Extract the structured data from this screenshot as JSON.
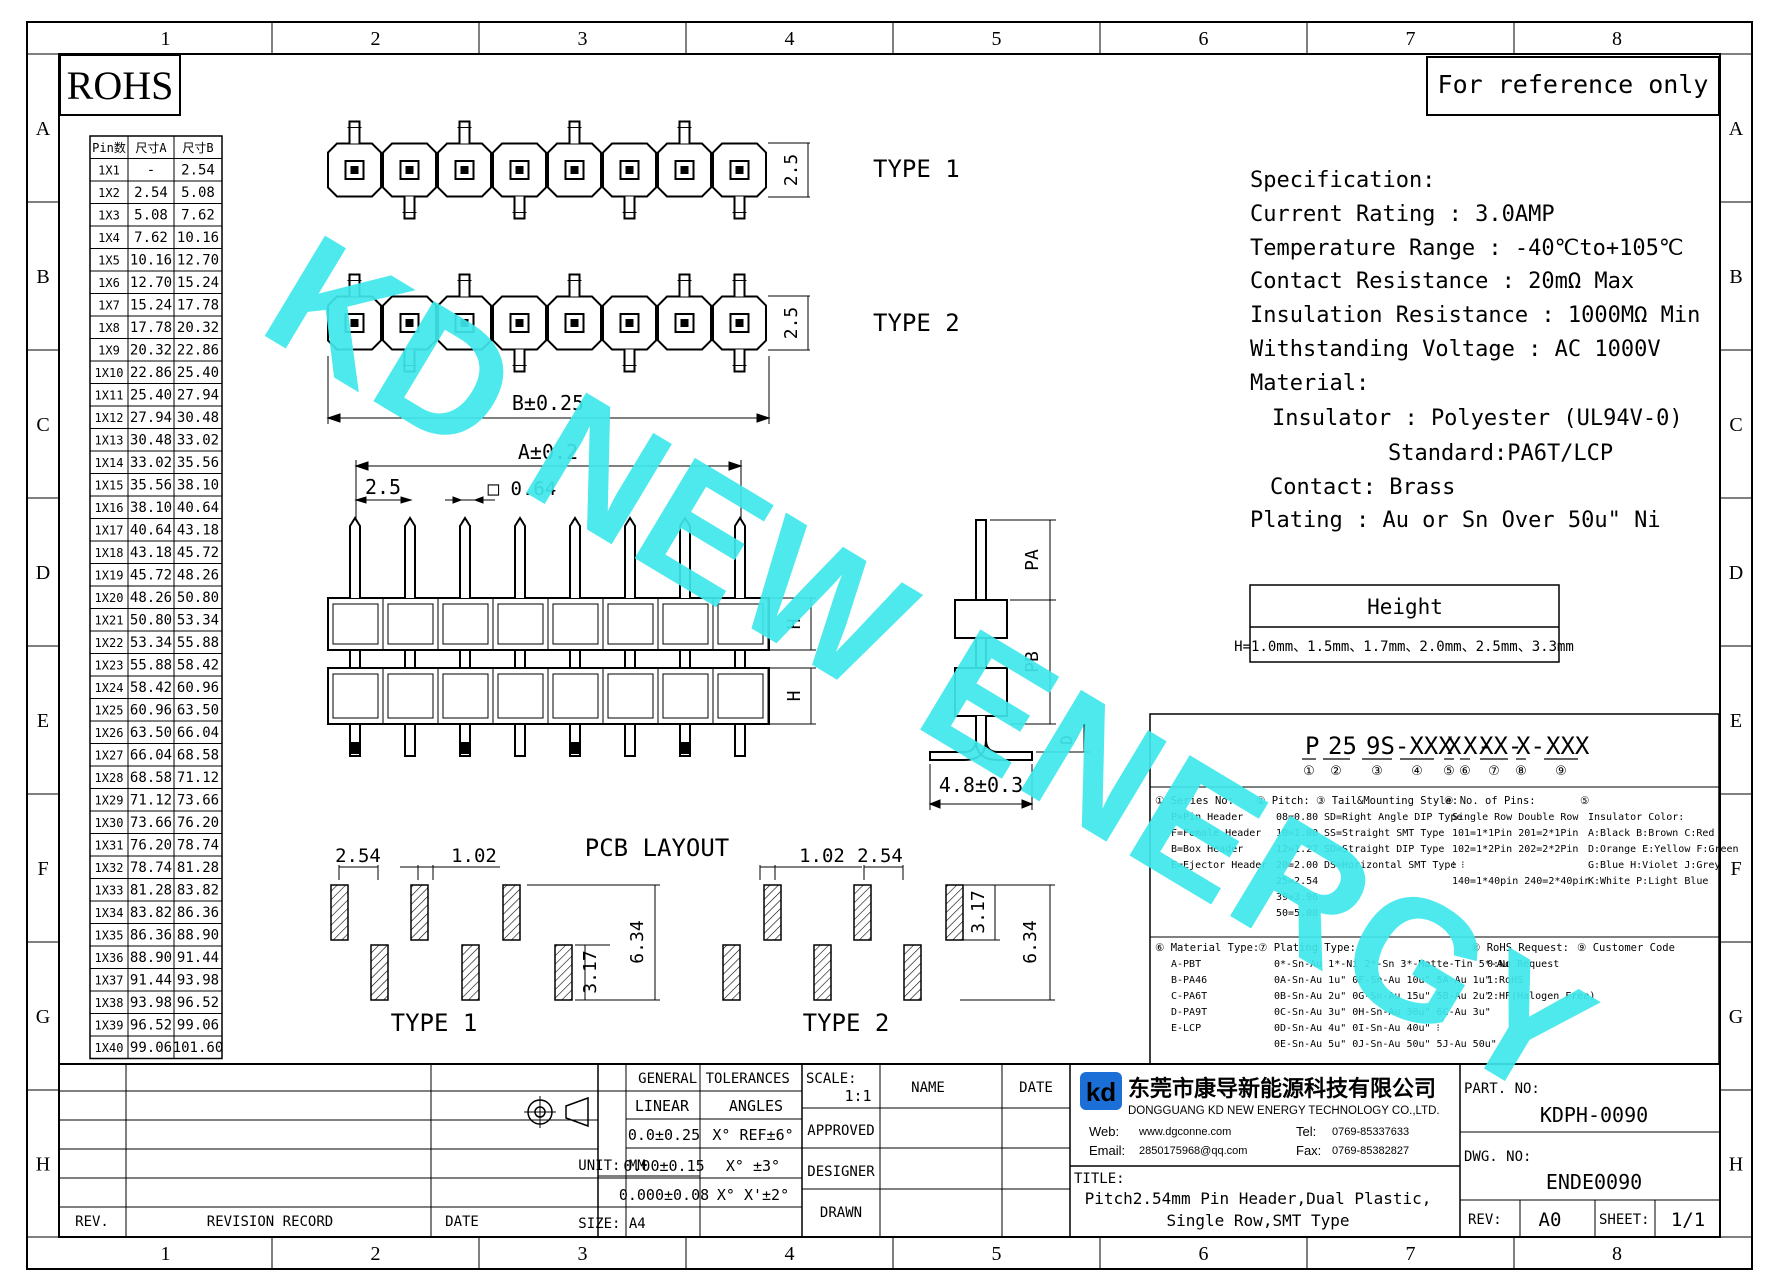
{
  "frame": {
    "top_cols": [
      "1",
      "2",
      "3",
      "4",
      "5",
      "6",
      "7",
      "8"
    ],
    "side_rows": [
      "A",
      "B",
      "C",
      "D",
      "E",
      "F",
      "G",
      "H"
    ]
  },
  "rohs": "ROHS",
  "reference_note": "For reference only",
  "watermark": "KD NEW ENERGY",
  "pin_table": {
    "headers": [
      "Pin数",
      "尺寸A",
      "尺寸B"
    ],
    "rows": [
      [
        "1X1",
        "-",
        "2.54"
      ],
      [
        "1X2",
        "2.54",
        "5.08"
      ],
      [
        "1X3",
        "5.08",
        "7.62"
      ],
      [
        "1X4",
        "7.62",
        "10.16"
      ],
      [
        "1X5",
        "10.16",
        "12.70"
      ],
      [
        "1X6",
        "12.70",
        "15.24"
      ],
      [
        "1X7",
        "15.24",
        "17.78"
      ],
      [
        "1X8",
        "17.78",
        "20.32"
      ],
      [
        "1X9",
        "20.32",
        "22.86"
      ],
      [
        "1X10",
        "22.86",
        "25.40"
      ],
      [
        "1X11",
        "25.40",
        "27.94"
      ],
      [
        "1X12",
        "27.94",
        "30.48"
      ],
      [
        "1X13",
        "30.48",
        "33.02"
      ],
      [
        "1X14",
        "33.02",
        "35.56"
      ],
      [
        "1X15",
        "35.56",
        "38.10"
      ],
      [
        "1X16",
        "38.10",
        "40.64"
      ],
      [
        "1X17",
        "40.64",
        "43.18"
      ],
      [
        "1X18",
        "43.18",
        "45.72"
      ],
      [
        "1X19",
        "45.72",
        "48.26"
      ],
      [
        "1X20",
        "48.26",
        "50.80"
      ],
      [
        "1X21",
        "50.80",
        "53.34"
      ],
      [
        "1X22",
        "53.34",
        "55.88"
      ],
      [
        "1X23",
        "55.88",
        "58.42"
      ],
      [
        "1X24",
        "58.42",
        "60.96"
      ],
      [
        "1X25",
        "60.96",
        "63.50"
      ],
      [
        "1X26",
        "63.50",
        "66.04"
      ],
      [
        "1X27",
        "66.04",
        "68.58"
      ],
      [
        "1X28",
        "68.58",
        "71.12"
      ],
      [
        "1X29",
        "71.12",
        "73.66"
      ],
      [
        "1X30",
        "73.66",
        "76.20"
      ],
      [
        "1X31",
        "76.20",
        "78.74"
      ],
      [
        "1X32",
        "78.74",
        "81.28"
      ],
      [
        "1X33",
        "81.28",
        "83.82"
      ],
      [
        "1X34",
        "83.82",
        "86.36"
      ],
      [
        "1X35",
        "86.36",
        "88.90"
      ],
      [
        "1X36",
        "88.90",
        "91.44"
      ],
      [
        "1X37",
        "91.44",
        "93.98"
      ],
      [
        "1X38",
        "93.98",
        "96.52"
      ],
      [
        "1X39",
        "96.52",
        "99.06"
      ],
      [
        "1X40",
        "99.06",
        "101.60"
      ]
    ]
  },
  "drawing": {
    "type1_label": "TYPE 1",
    "type2_label": "TYPE 2",
    "dim_25": "2.5",
    "dim_B": "B±0.25",
    "dim_A": "A±0.2",
    "dim_pitch": "2.5",
    "dim_pin": "□ 0.64",
    "dim_H": "H",
    "dim_PA": "PA",
    "dim_PB": "PB",
    "dim_D": "D",
    "dim_48": "4.8±0.3",
    "pcb_title": "PCB LAYOUT",
    "pcb_254": "2.54",
    "pcb_102": "1.02",
    "pcb_317": "3.17",
    "pcb_634": "6.34"
  },
  "spec": {
    "lines": [
      "Specification:",
      "Current Rating : 3.0AMP",
      "Temperature Range : -40℃to+105℃",
      "Contact Resistance : 20mΩ Max",
      "Insulation Resistance : 1000MΩ Min",
      "Withstanding Voltage : AC 1000V",
      "Material:",
      "Insulator : Polyester (UL94V-0)",
      "Standard:PA6T/LCP",
      "Contact: Brass",
      "Plating : Au or Sn Over 50u\" Ni"
    ]
  },
  "height_box": {
    "title": "Height",
    "value": "H=1.0mm、1.5mm、1.7mm、2.0mm、2.5mm、3.3mm"
  },
  "part_code": {
    "segments": [
      "P",
      "25",
      "9S-XXX",
      "X",
      "X-",
      "XX-",
      "X-",
      "XXX"
    ],
    "circles": [
      "①",
      "②",
      "③",
      "④",
      "⑤",
      "⑥",
      "⑦",
      "⑧",
      "⑨"
    ],
    "legend_top": [
      {
        "title": "① Series No:",
        "items": [
          "P=Pin Header",
          "F=Female Header",
          "B=Box Header",
          "E=Ejector Header"
        ]
      },
      {
        "title": "② Pitch:",
        "items": [
          "08=0.80",
          "10=1.00",
          "12=1.27",
          "20=2.00",
          "25=2.54",
          "39=3.96",
          "50=5.08"
        ]
      },
      {
        "title": "③ Tail&Mounting Style:",
        "items": [
          "SD=Right Angle DIP Type",
          "SS=Straight SMT Type",
          "SD=Straight DIP Type",
          "DS=Horizontal SMT Type"
        ]
      },
      {
        "title": "④ No. of Pins:",
        "items": [
          "Single Row   Double Row",
          "101=1*1Pin   201=2*1Pin",
          "102=1*2Pin   202=2*2Pin",
          "  ⁝              ⁝",
          "140=1*40pin  240=2*40pin"
        ]
      },
      {
        "title": "⑤",
        "items": [
          "Insulator Color:",
          "A:Black  B:Brown  C:Red",
          "D:Orange E:Yellow F:Green",
          "G:Blue   H:Violet J:Grey",
          "K:White  P:Light Blue"
        ]
      }
    ],
    "legend_bottom": [
      {
        "title": "⑥ Material Type:",
        "items": [
          "A-PBT",
          "B-PA46",
          "C-PA6T",
          "D-PA9T",
          "E-LCP"
        ]
      },
      {
        "title": "⑦ Plating Type:",
        "items": [
          "0*-Sn-Au 1*-Ni 2*-Sn 3*-Matte-Tin 5*-Au",
          "0A-Sn-Au 1u\"  0F-Sn-Au 10u\"  5A-Au 1u\"",
          "0B-Sn-Au 2u\"  0G-Sn-Au 15u\"  5B-Au 2u\"",
          "0C-Sn-Au 3u\"  0H-Sn-Au 30u\"  6C-Au 3u\"",
          "0D-Sn-Au 4u\"  0I-Sn-Au 40u\"     ⁝",
          "0E-Sn-Au 5u\"  0J-Sn-Au 50u\"  5J-Au 50u\""
        ]
      },
      {
        "title": "⑧ RoHS Request:",
        "items": [
          "0:No Request",
          "1:RoHS",
          "2:HF(Halogen Free)"
        ]
      },
      {
        "title": "⑨ Customer Code",
        "items": []
      }
    ]
  },
  "title_block": {
    "general_tolerances": "GENERAL TOLERANCES",
    "linear": "LINEAR",
    "angles": "ANGLES",
    "tol_rows": [
      [
        "0.0±0.25",
        "X° REF±6°"
      ],
      [
        "0.00±0.15",
        "X° ±3°"
      ],
      [
        "0.000±0.08",
        "X° X'±2°"
      ]
    ],
    "unit": "UNIT: MM",
    "size": "SIZE: A4",
    "scale_label": "SCALE:",
    "scale_value": "1:1",
    "name": "NAME",
    "date_col": "DATE",
    "approved": "APPROVED",
    "designer": "DESIGNER",
    "drawn": "DRAWN",
    "rev": "REV.",
    "revision_record": "REVISION RECORD",
    "date": "DATE",
    "company_cn": "东莞市康导新能源科技有限公司",
    "company_en": "DONGGUANG KD NEW ENERGY TECHNOLOGY CO.,LTD.",
    "web_label": "Web:",
    "web_value": "www.dgconne.com",
    "email_label": "Email:",
    "email_value": "2850175968@qq.com",
    "tel_label": "Tel:",
    "tel_value": "0769-85337633",
    "fax_label": "Fax:",
    "fax_value": "0769-85382827",
    "title_label": "TITLE:",
    "title_line1": "Pitch2.54mm Pin Header,Dual Plastic,",
    "title_line2": "Single Row,SMT Type",
    "part_no_label": "PART. NO:",
    "part_no": "KDPH-0090",
    "dwg_no_label": "DWG. NO:",
    "dwg_no": "ENDE0090",
    "rev_label": "REV:",
    "rev_value": "A0",
    "sheet_label": "SHEET:",
    "sheet_value": "1/1"
  }
}
